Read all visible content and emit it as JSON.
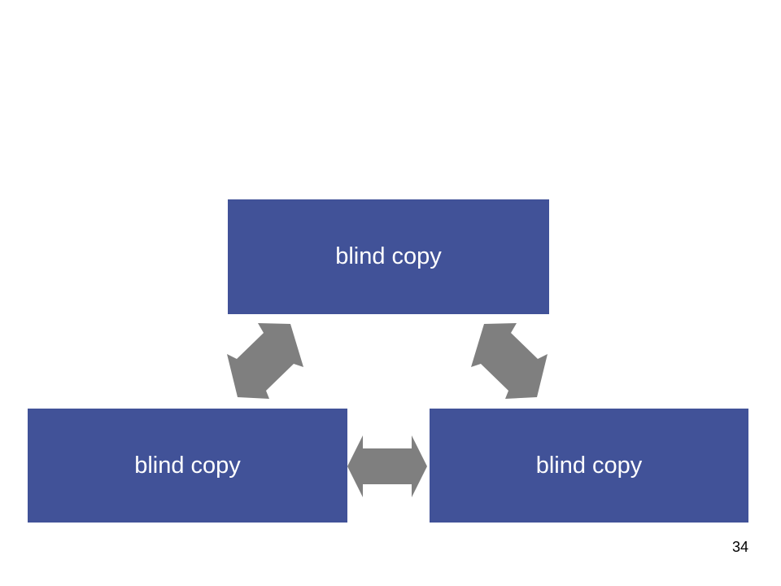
{
  "colors": {
    "box_fill": "#415298",
    "arrow_fill": "#7f7f7f",
    "text": "#ffffff"
  },
  "diagram": {
    "nodes": [
      {
        "id": "top",
        "label": "blind copy"
      },
      {
        "id": "left",
        "label": "blind copy"
      },
      {
        "id": "right",
        "label": "blind copy"
      }
    ],
    "edges": [
      {
        "from": "top",
        "to": "left",
        "type": "double-arrow",
        "icon": "double-arrow-icon"
      },
      {
        "from": "top",
        "to": "right",
        "type": "double-arrow",
        "icon": "double-arrow-icon"
      },
      {
        "from": "left",
        "to": "right",
        "type": "double-arrow",
        "icon": "double-arrow-icon"
      }
    ]
  },
  "footer": {
    "page_number": "34"
  }
}
